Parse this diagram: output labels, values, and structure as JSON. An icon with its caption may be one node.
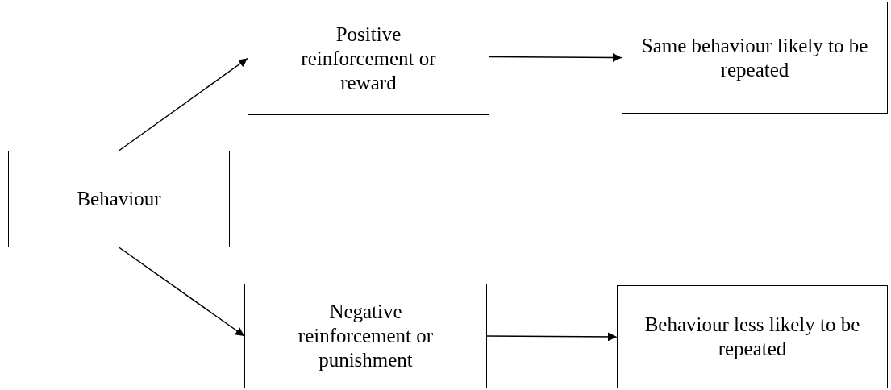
{
  "diagram": {
    "nodes": [
      {
        "text": [
          "Behaviour"
        ]
      },
      {
        "text": [
          "Positive reinforcement or reward"
        ]
      },
      {
        "text": [
          "Same behaviour likely to be repeated"
        ]
      },
      {
        "text": [
          "Negative reinforcement or punishment"
        ]
      },
      {
        "text": [
          "Behaviour less likely to be repeated"
        ]
      }
    ],
    "edges": [
      {
        "from": 0,
        "to": 1,
        "arrow": "to"
      },
      {
        "from": 1,
        "to": 2,
        "arrow": "to"
      },
      {
        "from": 0,
        "to": 3,
        "arrow": "to"
      },
      {
        "from": 3,
        "to": 4,
        "arrow": "to"
      }
    ]
  }
}
